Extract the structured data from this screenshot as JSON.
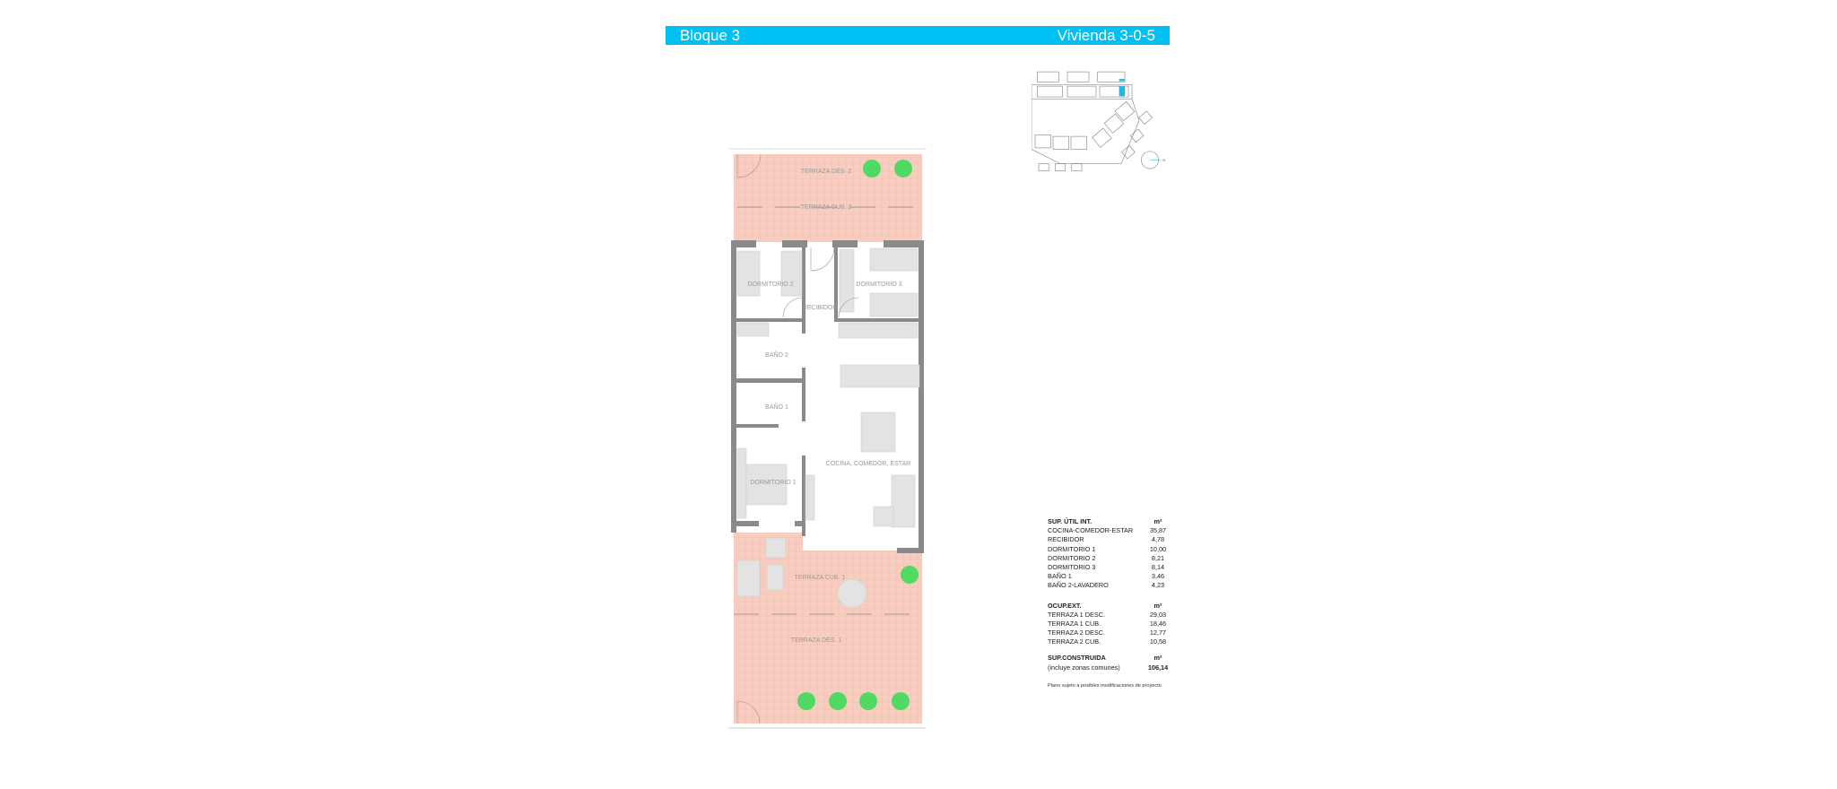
{
  "header": {
    "left": "Bloque 3",
    "right": "Vivienda 3-0-5",
    "color": "#00bff3"
  },
  "plan": {
    "rooms": {
      "terraza_des_2": "TERRAZA DES. 2",
      "terraza_cub_2": "TERRAZA CUB. 2",
      "dormitorio_2": "DORMITORIO 2",
      "dormitorio_3": "DORMITORIO 3",
      "recibidor": "RECIBIDOR",
      "bano_2": "BAÑO 2",
      "bano_1": "BAÑO 1",
      "dormitorio_1": "DORMITORIO 1",
      "cocina": "COCINA, COMEDOR, ESTAR",
      "terraza_cub_1": "TERRAZA CUB. 1",
      "terraza_des_1": "TERRAZA DES. 1"
    },
    "terrace_color": "#f8cdbf",
    "plant_color": "#3fdc5a",
    "highlight_color": "#1fb8e0",
    "north_label": "N"
  },
  "areas": {
    "interior": {
      "title": "SUP. ÚTIL INT.",
      "unit": "m²",
      "rows": [
        {
          "name": "COCINA-COMEDOR-ESTAR",
          "value": "35,87"
        },
        {
          "name": "RECIBIDOR",
          "value": "4,78"
        },
        {
          "name": "DORMITORIO 1",
          "value": "10,00"
        },
        {
          "name": "DORMITORIO 2",
          "value": "8,21"
        },
        {
          "name": "DORMITORIO 3",
          "value": "8,14"
        },
        {
          "name": "BAÑO 1",
          "value": "3,46"
        },
        {
          "name": "BAÑO 2-LAVADERO",
          "value": "4,23"
        }
      ]
    },
    "exterior": {
      "title": "OCUP.EXT.",
      "unit": "m²",
      "rows": [
        {
          "name": "TERRAZA 1 DESC.",
          "value": "29,03"
        },
        {
          "name": "TERRAZA 1 CUB.",
          "value": "18,46"
        },
        {
          "name": "TERRAZA 2 DESC.",
          "value": "12,77"
        },
        {
          "name": "TERRAZA 2 CUB.",
          "value": "10,58"
        }
      ]
    },
    "built": {
      "title": "SUP.CONSTRUIDA",
      "unit": "m²",
      "note": "(incluye zonas comunes)",
      "value": "106,14"
    },
    "disclaimer": "Plano sujeto a posibles modificaciones de proyecto"
  }
}
